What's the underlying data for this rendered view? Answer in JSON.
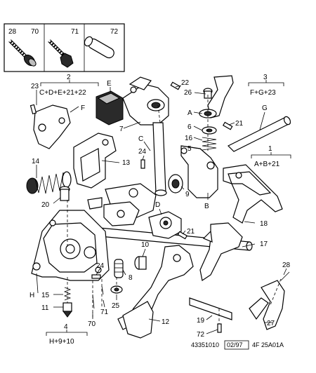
{
  "inset_box": {
    "items": [
      {
        "number": "28"
      },
      {
        "number": "70"
      },
      {
        "number": "71"
      },
      {
        "number": "72"
      }
    ]
  },
  "callouts": {
    "n2": "2",
    "n2_formula": "C+D+E+21+22",
    "n3": "3",
    "n3_formula": "F+G+23",
    "n1": "1",
    "n1_formula": "A+B+21",
    "n4": "4",
    "n4_formula": "H+9+10",
    "c23": "23",
    "cF": "F",
    "cE": "E",
    "c7": "7",
    "c22": "22",
    "c26": "26",
    "cA": "A",
    "c6": "6",
    "c16": "16",
    "c5": "5",
    "c21a": "21",
    "cG": "G",
    "cC": "C",
    "c24a": "24",
    "c13": "13",
    "c14": "14",
    "c9": "9",
    "c20": "20",
    "cB": "B",
    "cD": "D",
    "c21b": "21",
    "c18": "18",
    "c10": "10",
    "c17": "17",
    "c24b": "24",
    "c8": "8",
    "c28": "28",
    "cH": "H",
    "c15": "15",
    "c11": "11",
    "c71": "71",
    "c25": "25",
    "c70": "70",
    "c12": "12",
    "c19": "19",
    "c72": "72",
    "c27": "27"
  },
  "footer": {
    "ref_code": "43351010",
    "date_code": "02/97",
    "drawing_code": "4F 25A01A"
  }
}
